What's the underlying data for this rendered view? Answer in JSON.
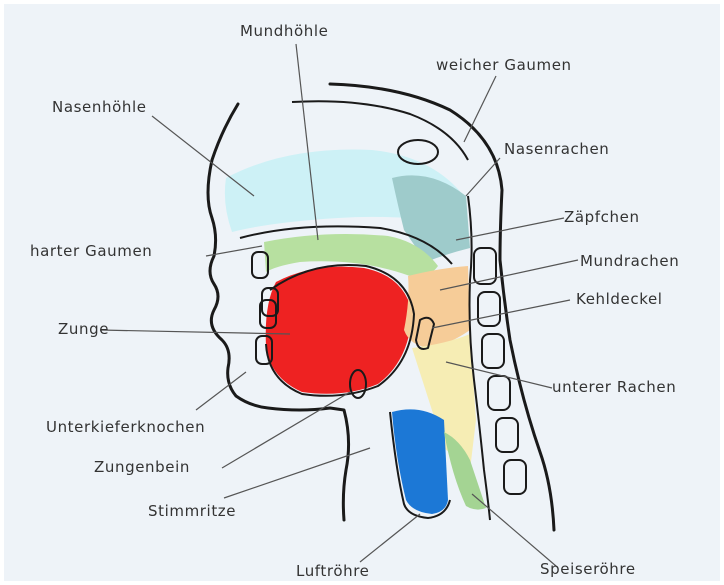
{
  "diagram": {
    "labels": {
      "mundhoehle": "Mundhöhle",
      "weicher_gaumen": "weicher Gaumen",
      "nasenhoehle": "Nasenhöhle",
      "nasenrachen": "Nasenrachen",
      "zaepfchen": "Zäpfchen",
      "harter_gaumen": "harter Gaumen",
      "mundrachen": "Mundrachen",
      "kehldeckel": "Kehldeckel",
      "zunge": "Zunge",
      "unterer_rachen": "unterer Rachen",
      "unterkieferknochen": "Unterkieferknochen",
      "zungenbein": "Zungenbein",
      "stimmritze": "Stimmritze",
      "luftroehre": "Luftröhre",
      "speiseroehre": "Speiseröhre"
    },
    "colors": {
      "background": "#eef3f8",
      "nasal_cavity": "#cdf1f6",
      "nasopharynx": "#9ecbcb",
      "palate": "#b7e0a0",
      "tongue": "#ee2222",
      "oropharynx": "#f6cc98",
      "laryngopharynx": "#f6edb4",
      "trachea": "#1c78d6",
      "esophagus": "#a4d493",
      "bone": "#ffffff",
      "line": "#1a1a1a"
    }
  }
}
